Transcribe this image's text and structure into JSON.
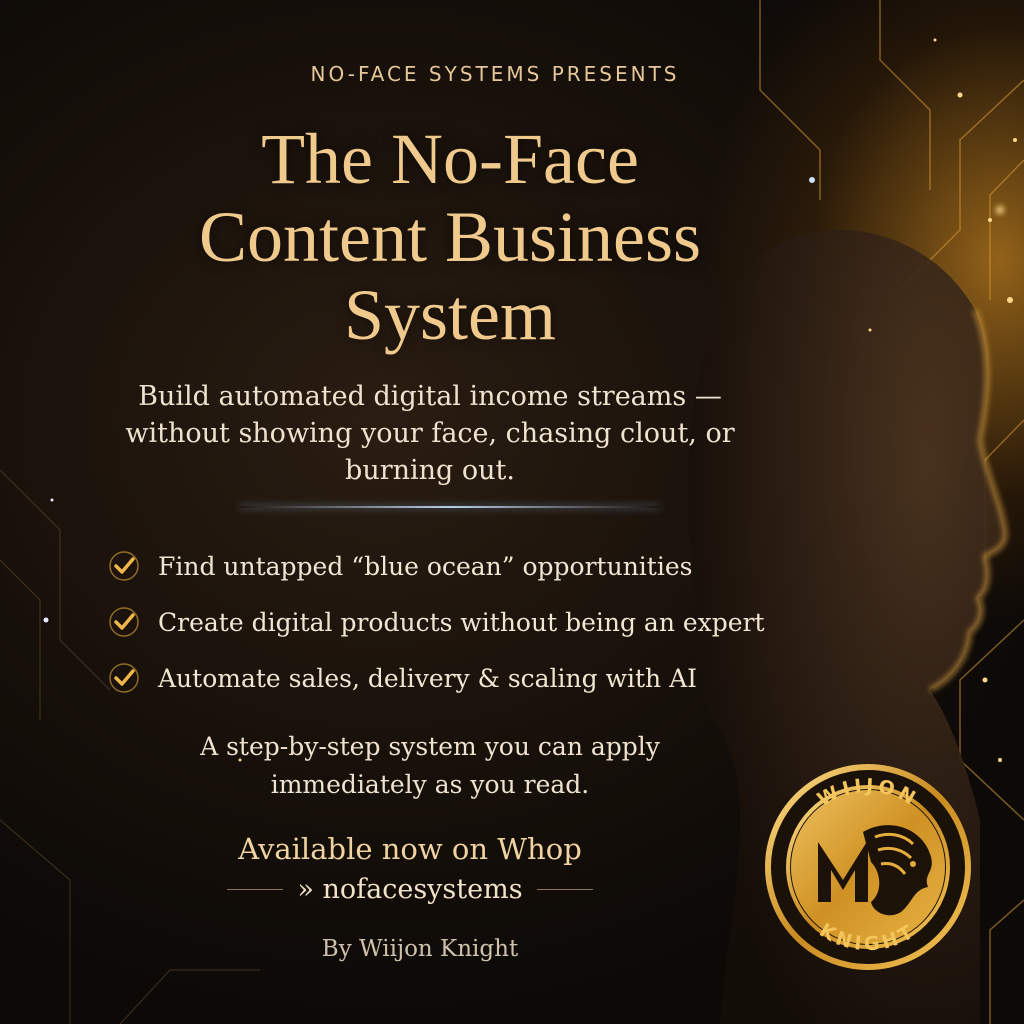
{
  "eyebrow": "NO-FACE SYSTEMS PRESENTS",
  "title": {
    "line1": "The No-Face",
    "line2": "Content Business",
    "line3": "System"
  },
  "subtitle": {
    "line1": "Build automated digital income streams —",
    "line2": "without showing your face, chasing clout, or",
    "line3": "burning out."
  },
  "bullets": [
    {
      "icon": "check-icon",
      "text": "Find untapped “blue ocean” opportunities"
    },
    {
      "icon": "check-icon",
      "text": "Create digital products without being an expert"
    },
    {
      "icon": "check-icon",
      "text": "Automate sales, delivery & scaling with AI"
    }
  ],
  "stepline": {
    "line1": "A step-by-step system you can apply",
    "line2": "immediately as you read."
  },
  "cta": "Available now on Whop",
  "handle": "» nofacesystems",
  "byline": "By Wiijon Knight",
  "logo": {
    "top_text": "WIIJON",
    "bottom_text": "KNIGHT",
    "icon": "lion-head-icon"
  },
  "colors": {
    "gold": "#e0a93a",
    "title_gold": "#f0c98c",
    "background": "#140e09"
  }
}
